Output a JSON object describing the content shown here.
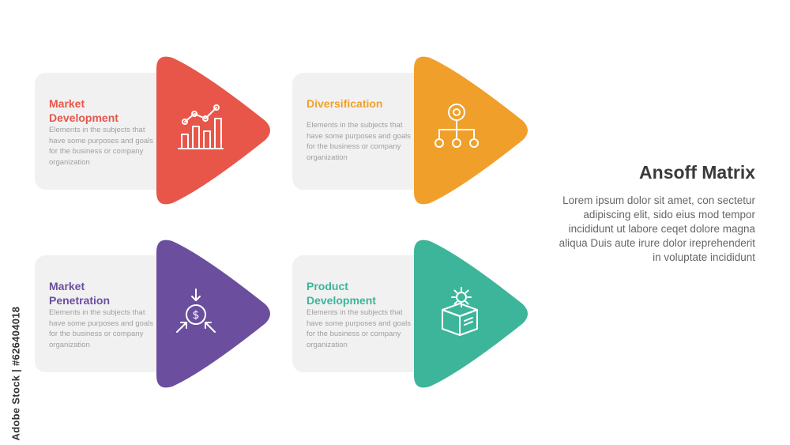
{
  "title": "Ansoff Matrix",
  "body": "Lorem ipsum dolor sit amet, con sectetur adipiscing elit, sido eius mod tempor incididunt ut labore ceqet dolore magna aliqua Duis aute irure dolor ireprehenderit in voluptate incididunt",
  "side_credit": "Adobe Stock | #626404018",
  "items": [
    {
      "title": "Market\nDevelopment",
      "description": "Elements in the subjects that have some purposes and goals for the  business or company organization",
      "color": "#e8564a",
      "icon": "bar-chart-icon"
    },
    {
      "title": "Diversification",
      "description": "Elements in the subjects that have some purposes and goals for the  business or company organization",
      "color": "#f0a02a",
      "icon": "hierarchy-icon"
    },
    {
      "title": "Market\nPenetration",
      "description": "Elements in the subjects that have some purposes and goals for the  business or company organization",
      "color": "#6b4f9e",
      "icon": "money-focus-icon"
    },
    {
      "title": "Product\nDevelopment",
      "description": "Elements in the subjects that have some purposes and goals for the  business or company organization",
      "color": "#3db59a",
      "icon": "product-box-gear-icon"
    }
  ]
}
